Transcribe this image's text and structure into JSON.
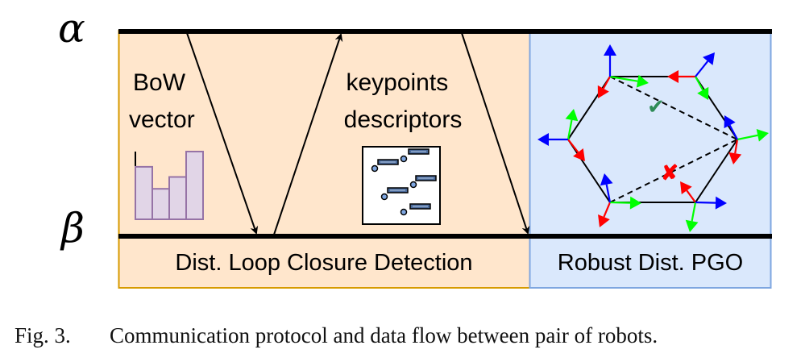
{
  "figure": {
    "robots": {
      "top": "α",
      "bottom": "β"
    },
    "messages": [
      {
        "direction": "alpha-to-beta",
        "label_lines": [
          "BoW",
          "vector"
        ],
        "icon": "histogram-icon"
      },
      {
        "direction": "beta-to-alpha",
        "label_lines": [
          "keypoints",
          "descriptors"
        ],
        "icon": "keypoints-descriptors-icon"
      },
      {
        "direction": "alpha-to-beta",
        "label_lines": [],
        "icon": null
      }
    ],
    "panels": {
      "loop_closure": {
        "label": "Dist. Loop Closure Detection",
        "fill": "#FFE6CC",
        "stroke": "#D79B00"
      },
      "pgo": {
        "label": "Robust Dist. PGO",
        "fill": "#DAE8FC",
        "stroke": "#7EA6E0"
      }
    },
    "histogram": {
      "bar_values": [
        0.62,
        0.36,
        0.5,
        0.8
      ],
      "fill": "#E1D5E7",
      "stroke": "#9673A6"
    },
    "pose_graph": {
      "axis_colors": {
        "x": "#FF0000",
        "y": "#00FF00",
        "z": "#0000FF"
      },
      "loop_closures": [
        {
          "status": "accepted",
          "marker": "✔",
          "color": "#2E8B57"
        },
        {
          "status": "rejected",
          "marker": "✘",
          "color": "#FF0000"
        }
      ]
    }
  },
  "caption": {
    "number": "Fig. 3.",
    "text": "Communication protocol and data flow between pair of robots."
  }
}
